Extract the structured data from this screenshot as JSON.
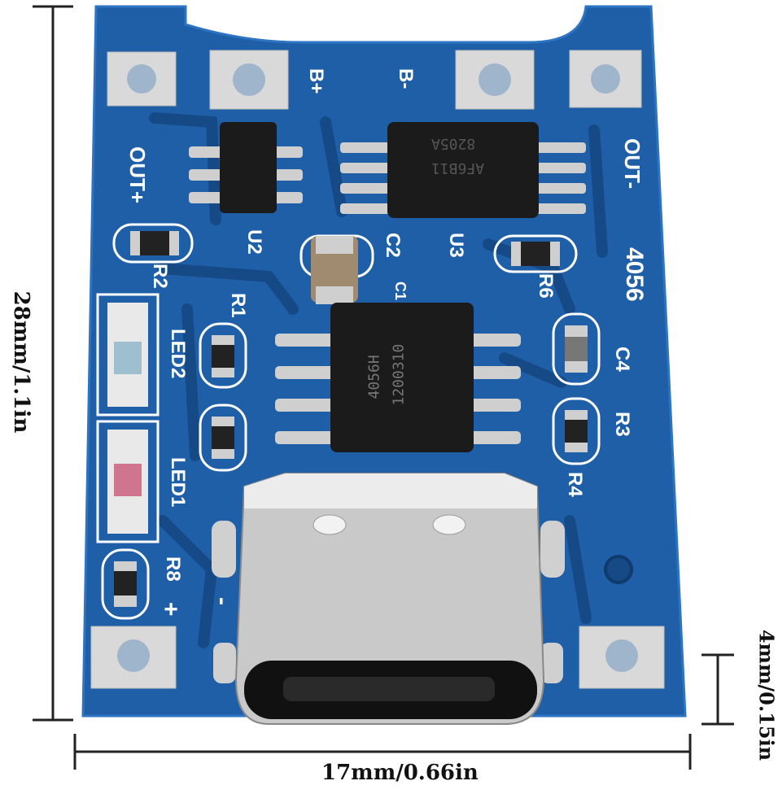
{
  "dimensions": {
    "height": "28mm/1.1in",
    "width": "17mm/0.66in",
    "thickness": "4mm/0.15in"
  },
  "board": {
    "pads": {
      "b_plus": "B+",
      "b_minus": "B-",
      "out_plus": "OUT+",
      "out_minus": "OUT-",
      "in_plus": "+",
      "in_minus": "-"
    },
    "labels": {
      "u2": "U2",
      "u3": "U3",
      "c1": "C1",
      "c2": "C2",
      "c4": "C4",
      "r1": "R1",
      "r2": "R2",
      "r3": "R3",
      "r4": "R4",
      "r6": "R6",
      "r8": "R8",
      "led1": "LED1",
      "led2": "LED2",
      "model": "4056"
    },
    "chips": {
      "dw01_marking_1": "8205A",
      "dw01_marking_2": "AF6B11",
      "tp4056_marking_1": "4056H",
      "tp4056_marking_2": "1200310"
    }
  },
  "colors": {
    "pcb": "#1f5fa8",
    "pcb_dark": "#164a86",
    "silkscreen": "#ffffff",
    "pad": "#d9d9d9",
    "chip": "#1b1b1b"
  }
}
